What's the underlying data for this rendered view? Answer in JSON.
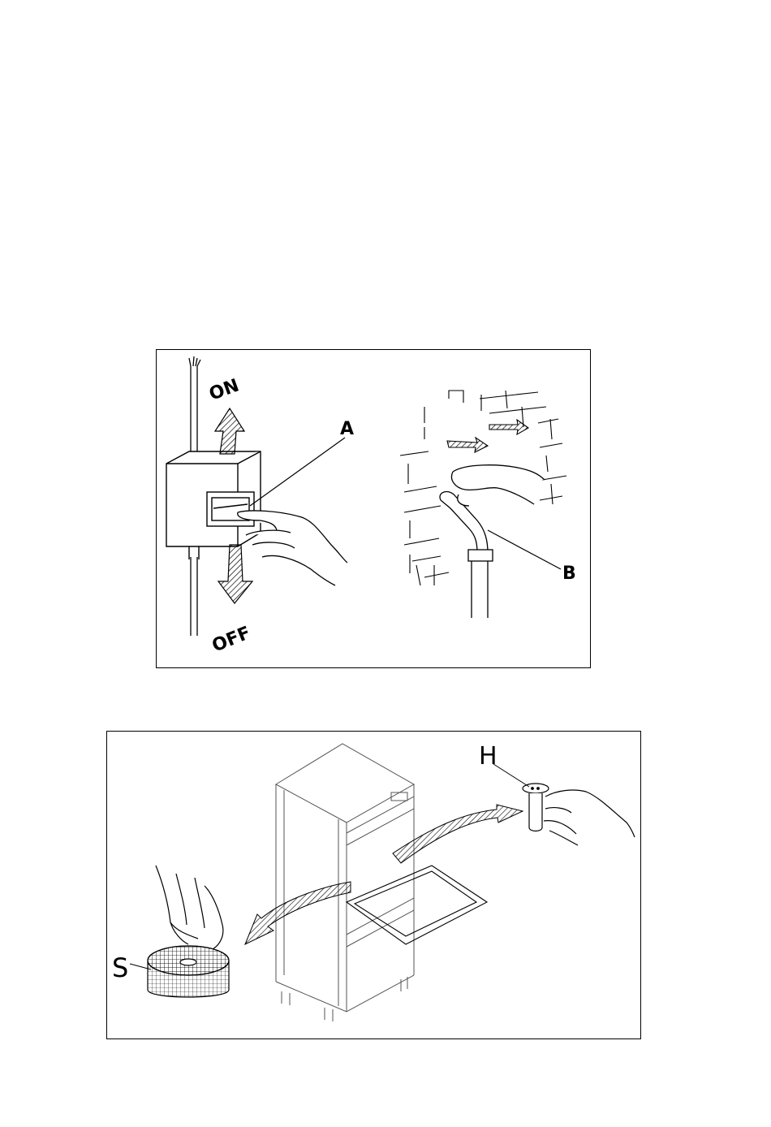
{
  "figure1": {
    "switch": {
      "on_label": "ON",
      "off_label": "OFF",
      "callout": "A"
    },
    "tap": {
      "callout": "B"
    }
  },
  "figure2": {
    "filter_callout": "S",
    "drain_callout": "H"
  }
}
